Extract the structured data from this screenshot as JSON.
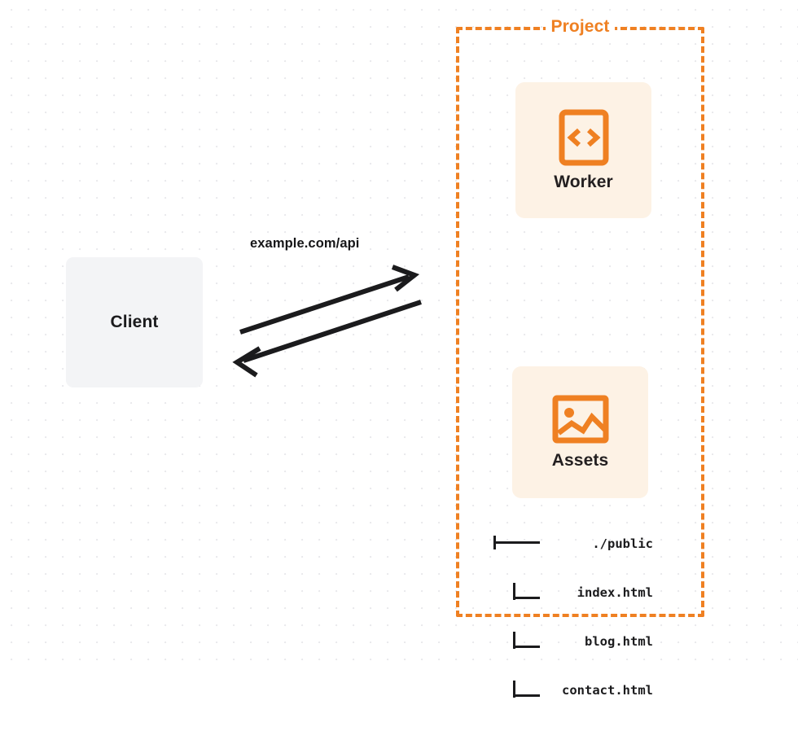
{
  "diagram": {
    "title": "Client to Project Worker and Assets request flow",
    "background": {
      "grid_style": "dot-grid",
      "dot_color": "#e9e9ec",
      "canvas_color": "#ffffff"
    },
    "colors": {
      "accent": "#ef8022",
      "card_fill": "#fdf2e5",
      "client_fill": "#f3f4f6",
      "text": "#1b1b1d",
      "arrow": "#1b1b1d"
    }
  },
  "client": {
    "label": "Client"
  },
  "edge": {
    "label": "example.com/api",
    "request_direction": "client-to-project",
    "response_direction": "project-to-client"
  },
  "project": {
    "title": "Project",
    "cards": [
      {
        "label": "Worker",
        "icon": "code-brackets-icon"
      },
      {
        "label": "Assets",
        "icon": "image-icon"
      }
    ],
    "file_tree": {
      "root": {
        "name": "./public",
        "connector": "branch"
      },
      "children": [
        {
          "name": "index.html",
          "connector": "child"
        },
        {
          "name": "blog.html",
          "connector": "child"
        },
        {
          "name": "contact.html",
          "connector": "child"
        }
      ]
    }
  }
}
